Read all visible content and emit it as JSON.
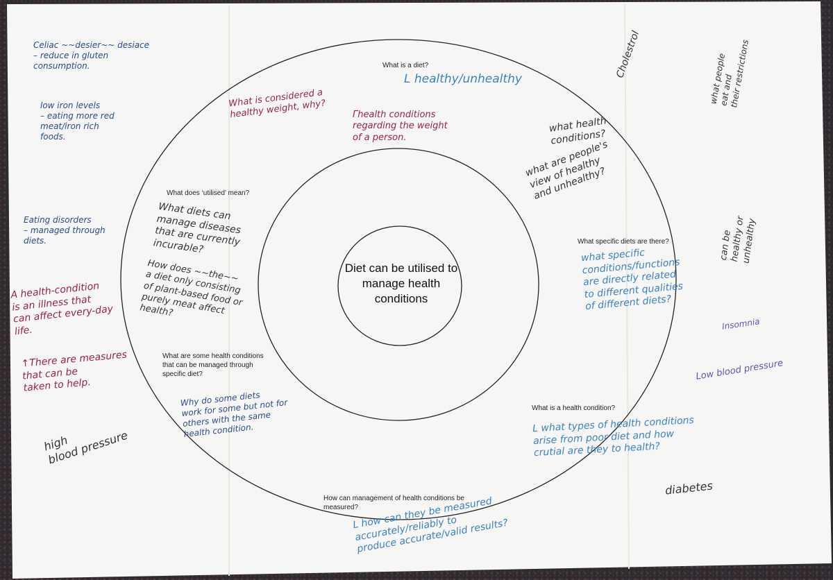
{
  "center_text": "Diet can be utilised to manage health conditions",
  "prompts": {
    "what_is_diet": "What is a diet?",
    "utilised_mean": "What does ‘utilised’ mean?",
    "specific_diets": "What specific diets are there?",
    "managed_conditions": "What are some health conditions that can be managed through specific diet?",
    "health_condition": "What is a health condition?",
    "management_measured": "How can management of health conditions be measured?"
  },
  "notes": {
    "celiac": "Celiac ~~desier~~ desiace\n– reduce in gluten\nconsumption.",
    "iron": "low iron levels\n– eating more red\nmeat/iron rich\nfoods.",
    "eating_disorders": "Eating disorders\n– managed through\ndiets.",
    "health_condition_def": "A health-condition\nis an illness that\ncan affect every-day\nlife.",
    "measures": "↑There are measures\nthat can be\ntaken to help.",
    "high_bp": "high\nblood pressure",
    "healthy_unhealthy": "L healthy/unhealthy",
    "healthy_weight": "What is considered a\nhealthy weight, why?",
    "weight_conditions": "Γhealth conditions\nregarding the weight\nof a person.",
    "what_health_conditions": "what health\nconditions?",
    "peoples_view": "what are people's\nview of healthy\nand unhealthy?",
    "cholestrol": "Cholestrol",
    "what_people_eat": "what people\neat and\ntheir restrictions",
    "can_be_healthy": "can be\nhealthy or\nunhealthy",
    "incurable": "What diets can\nmanage diseases\nthat are currently\nincurable?",
    "plant_based": "How does ~~the~~\na diet only consisting\nof plant-based food or\npurely meat affect\nhealth?",
    "specific_conditions": "what specific\nconditions/functions\nare directly related\nto different qualities\nof different diets?",
    "insomnia": "Insomnia",
    "low_bp": "Low blood pressure",
    "why_some_diets": "Why do some diets\nwork for some but not for\nothers with the same\nhealth condition.",
    "poor_diet": "L what types of health conditions\narise from poor diet and how\ncrutial are they to health?",
    "diabetes": "diabetes",
    "measured_reliably": "L how can they be measured\naccurately/reliably to\nproduce accurate/valid results?"
  }
}
